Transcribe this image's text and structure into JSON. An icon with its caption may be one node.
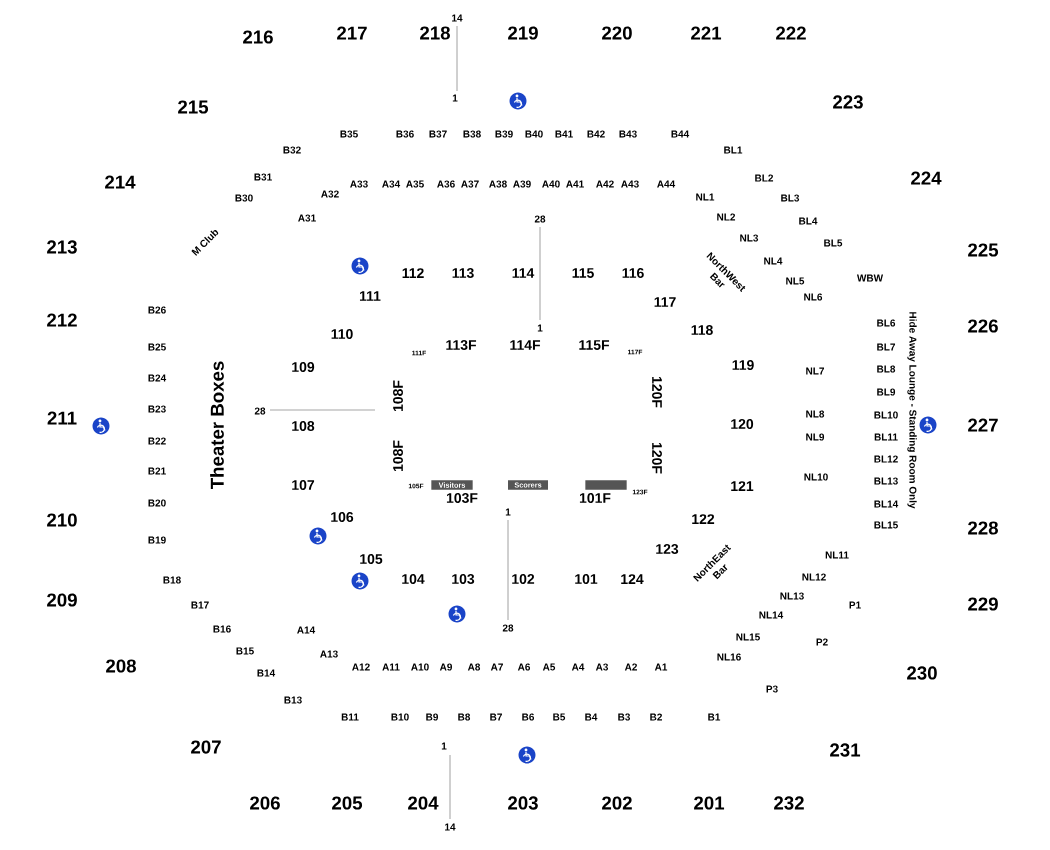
{
  "diagram": {
    "nodes": [
      {
        "text": [
          "Visitors"
        ]
      },
      {
        "text": [
          "Scorers"
        ]
      },
      {
        "text": [],
        "shape": "bar"
      }
    ],
    "labels": [
      "14",
      "216",
      "217",
      "218",
      "219",
      "220",
      "221",
      "222",
      "1",
      "215",
      "223",
      "B35",
      "B36",
      "B37",
      "B38",
      "B39",
      "B40",
      "B41",
      "B42",
      "B43",
      "B44",
      "B32",
      "BL1",
      "214",
      "B31",
      "A33",
      "A34",
      "A35",
      "A36",
      "A37",
      "A38",
      "A39",
      "A40",
      "A41",
      "A42",
      "A43",
      "A44",
      "BL2",
      "224",
      "A32",
      "B30",
      "NL1",
      "BL3",
      "A31",
      "28",
      "NL2",
      "BL4",
      "213",
      "M Club",
      "NL3",
      "BL5",
      "225",
      "NL4",
      "112",
      "113",
      "114",
      "115",
      "116",
      "NorthWest Bar",
      "NL5",
      "WBW",
      "111",
      "NL6",
      "117",
      "B26",
      "212",
      "BL6",
      "226",
      "Hide Away Lounge - Standing Room Only",
      "110",
      "1",
      "118",
      "B25",
      "113F",
      "114F",
      "115F",
      "111F",
      "117F",
      "BL7",
      "109",
      "119",
      "NL7",
      "BL8",
      "B24",
      "Theater Boxes",
      "108F",
      "120F",
      "BL9",
      "211",
      "B23",
      "28",
      "108",
      "120",
      "NL8",
      "BL10",
      "227",
      "B22",
      "NL9",
      "BL11",
      "108F",
      "120F",
      "B21",
      "NL10",
      "BL12",
      "107",
      "121",
      "BL13",
      "105F",
      "123F",
      "103F",
      "101F",
      "B20",
      "BL14",
      "1",
      "106",
      "122",
      "210",
      "BL15",
      "228",
      "B19",
      "105",
      "123",
      "NL11",
      "B18",
      "104",
      "103",
      "102",
      "101",
      "124",
      "NorthEast Bar",
      "NL12",
      "NL13",
      "209",
      "B17",
      "P1",
      "229",
      "NL14",
      "B16",
      "A14",
      "28",
      "NL15",
      "P2",
      "B15",
      "A13",
      "NL16",
      "A12",
      "A11",
      "A10",
      "A9",
      "A8",
      "A7",
      "A6",
      "A5",
      "A4",
      "A3",
      "A2",
      "A1",
      "208",
      "230",
      "B14",
      "P3",
      "B13",
      "B11",
      "B10",
      "B9",
      "B8",
      "B7",
      "B6",
      "B5",
      "B4",
      "B3",
      "B2",
      "B1",
      "207",
      "1",
      "231",
      "206",
      "205",
      "204",
      "203",
      "202",
      "201",
      "232",
      "14"
    ]
  }
}
